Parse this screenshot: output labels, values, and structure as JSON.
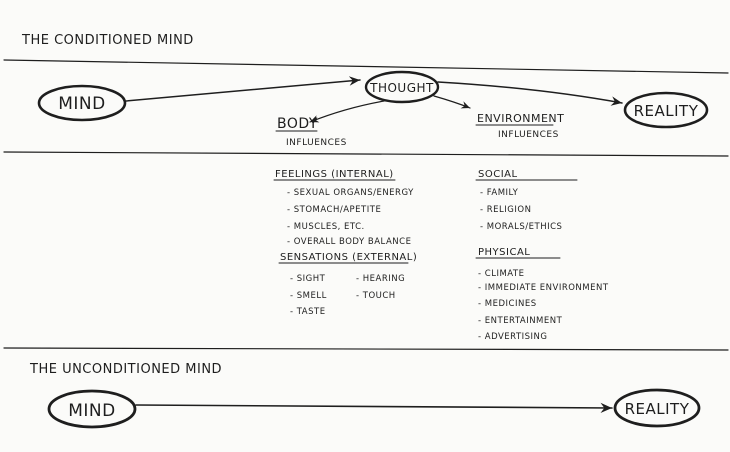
{
  "conditioned": {
    "title": "THE CONDITIONED MIND",
    "mind": "MIND",
    "thought": "THOUGHT",
    "reality": "REALITY",
    "body": {
      "label": "BODY",
      "sub": "INFLUENCES"
    },
    "environment": {
      "label": "ENVIRONMENT",
      "sub": "INFLUENCES"
    },
    "feelings": {
      "heading": "FEELINGS (INTERNAL)",
      "items": [
        "- SEXUAL ORGANS/ENERGY",
        "- STOMACH/APETITE",
        "- MUSCLES, ETC.",
        "- OVERALL BODY BALANCE"
      ]
    },
    "sensations": {
      "heading": "SENSATIONS (EXTERNAL)",
      "col1": [
        "- SIGHT",
        "- SMELL",
        "- TASTE"
      ],
      "col2": [
        "- HEARING",
        "- TOUCH"
      ]
    },
    "social": {
      "heading": "SOCIAL",
      "items": [
        "- FAMILY",
        "- RELIGION",
        "- MORALS/ETHICS"
      ]
    },
    "physical": {
      "heading": "PHYSICAL",
      "items": [
        "- CLIMATE",
        "- IMMEDIATE ENVIRONMENT",
        "- MEDICINES",
        "- ENTERTAINMENT",
        "- ADVERTISING"
      ]
    }
  },
  "unconditioned": {
    "title": "THE UNCONDITIONED MIND",
    "mind": "MIND",
    "reality": "REALITY"
  }
}
